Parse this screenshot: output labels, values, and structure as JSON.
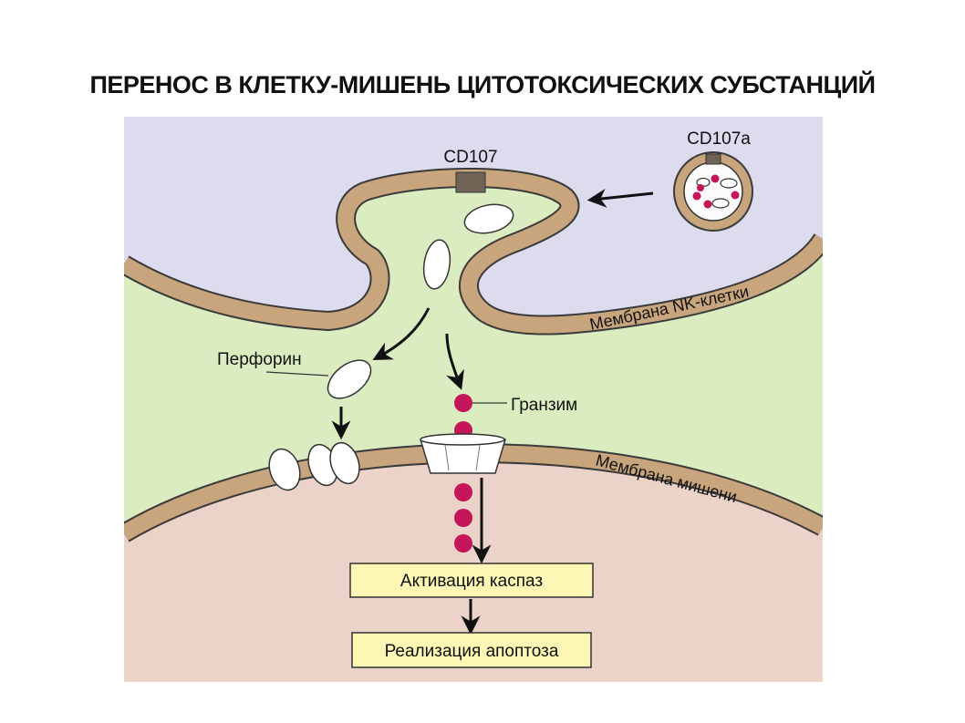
{
  "title": "ПЕРЕНОС В КЛЕТКУ-МИШЕНЬ ЦИТОТОКСИЧЕСКИХ СУБСТАНЦИЙ",
  "labels": {
    "cd107": "CD107",
    "cd107a": "CD107a",
    "nk_membrane": "Мембрана NK-клетки",
    "perforin": "Перфорин",
    "granzyme": "Гранзим",
    "target_membrane": "Мембрана мишени"
  },
  "steps": [
    "Активация каспаз",
    "Реализация апоптоза"
  ],
  "colors": {
    "nk_cell": "#dcdcee",
    "synapse": "#dbedc0",
    "target_cell": "#ebd3ca",
    "membrane": "#c8a57c",
    "membrane_edge": "#3a3a3a",
    "cd107_marker": "#6e6354",
    "granzyme": "#c4145a",
    "step_box": "#fcf7b4"
  }
}
